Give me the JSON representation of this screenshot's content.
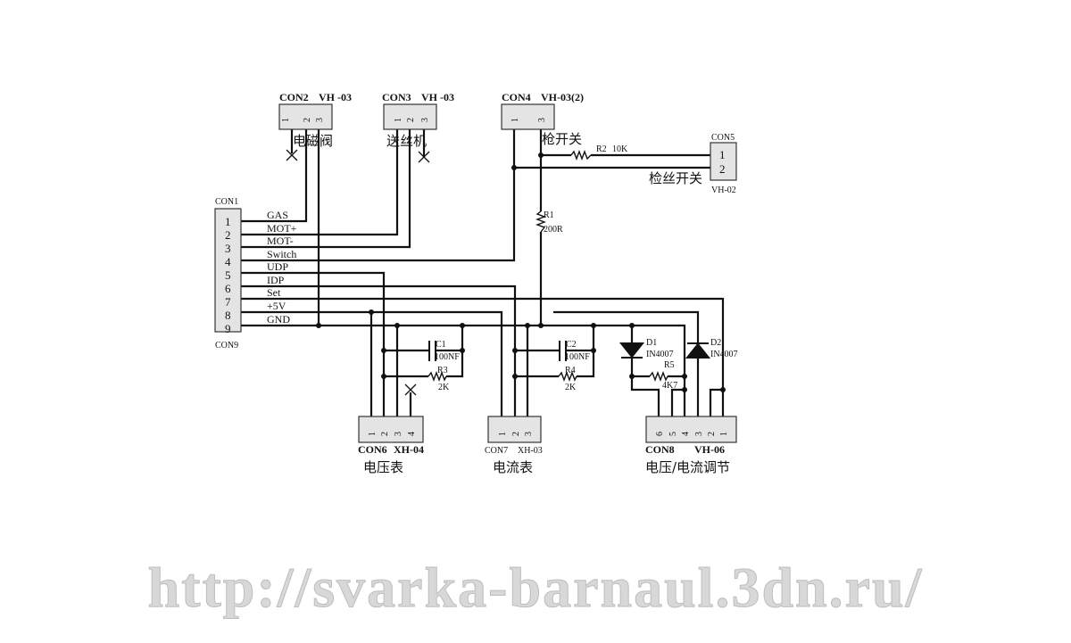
{
  "watermark": "http://svarka-barnaul.3dn.ru/",
  "con1": {
    "name": "CON1",
    "footer": "CON9",
    "pins": [
      "1",
      "2",
      "3",
      "4",
      "5",
      "6",
      "7",
      "8",
      "9"
    ],
    "signals": [
      "GAS",
      "MOT+",
      "MOT-",
      "Switch",
      "UDP",
      "IDP",
      "Set",
      "+5V",
      "GND"
    ]
  },
  "con2": {
    "name": "CON2",
    "type": "VH -03",
    "pins": [
      "1",
      "2",
      "3"
    ],
    "label": "电磁阀"
  },
  "con3": {
    "name": "CON3",
    "type": "VH -03",
    "pins": [
      "1",
      "2",
      "3"
    ],
    "label": "送丝机"
  },
  "con4": {
    "name": "CON4",
    "type": "VH-03(2)",
    "pins": [
      "1",
      "3"
    ],
    "label": "枪开关"
  },
  "con5": {
    "name": "CON5",
    "type": "VH-02",
    "pins": [
      "1",
      "2"
    ],
    "label": "检丝开关"
  },
  "con6": {
    "name": "CON6",
    "type": "XH-04",
    "pins": [
      "1",
      "2",
      "3",
      "4"
    ],
    "label": "电压表"
  },
  "con7": {
    "name": "CON7",
    "type": "XH-03",
    "pins": [
      "1",
      "2",
      "3"
    ],
    "label": "电流表"
  },
  "con8": {
    "name": "CON8",
    "type": "VH-06",
    "pins": [
      "6",
      "5",
      "4",
      "3",
      "2",
      "1"
    ],
    "label": "电压/电流调节"
  },
  "components": {
    "r1": {
      "ref": "R1",
      "value": "200R"
    },
    "r2": {
      "ref": "R2",
      "value": "10K"
    },
    "r3": {
      "ref": "R3",
      "value": "2K"
    },
    "r4": {
      "ref": "R4",
      "value": "2K"
    },
    "r5": {
      "ref": "R5",
      "value": "4K7"
    },
    "c1": {
      "ref": "C1",
      "value": "100NF"
    },
    "c2": {
      "ref": "C2",
      "value": "100NF"
    },
    "d1": {
      "ref": "D1",
      "value": "IN4007"
    },
    "d2": {
      "ref": "D2",
      "value": "IN4007"
    }
  }
}
